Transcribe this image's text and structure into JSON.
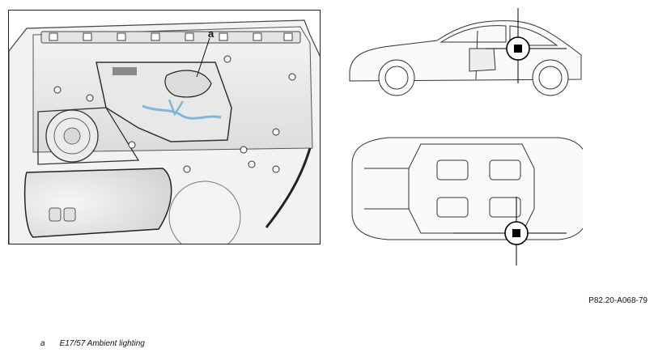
{
  "figure": {
    "callout_letter": "a",
    "drawing_number": "P82.20-A068-79"
  },
  "legend": [
    {
      "key": "a",
      "text": "E17/57 Ambient lighting"
    }
  ],
  "colors": {
    "line": "#333333",
    "fill_light": "#eeeeee",
    "highlight": "#7fb7d6",
    "marker": "#000000"
  }
}
